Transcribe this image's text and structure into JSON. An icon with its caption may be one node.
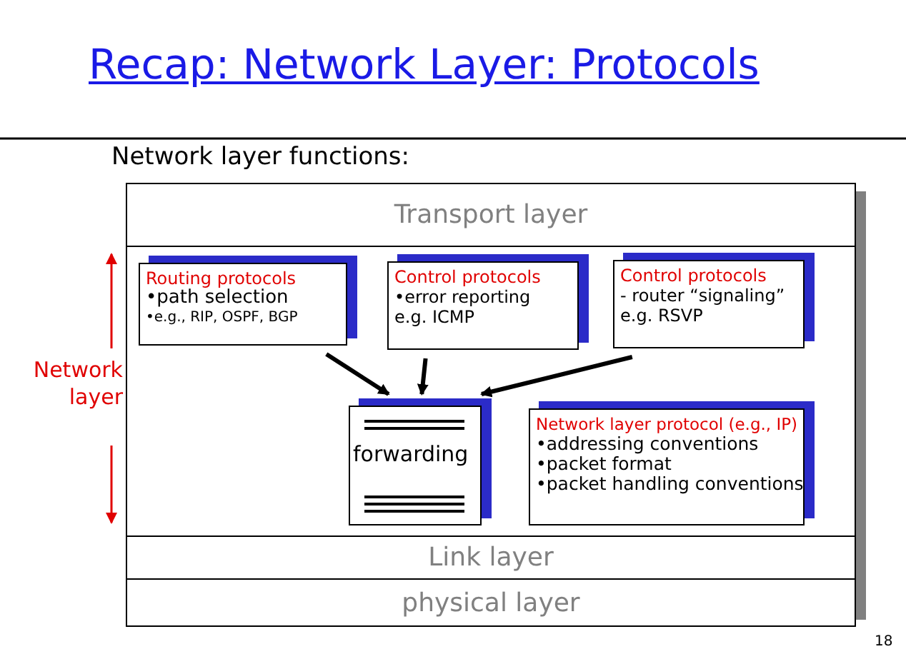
{
  "diagram": {
    "title": "Recap: Network Layer: Protocols",
    "nodes": [
      {
        "text": [
          "Transport layer"
        ]
      },
      {
        "text": [
          "Routing protocols",
          "•path selection",
          "•e.g., RIP, OSPF, BGP"
        ]
      },
      {
        "text": [
          "Control protocols",
          "•error reporting",
          "e.g. ICMP"
        ]
      },
      {
        "text": [
          "Control protocols",
          "- router “signaling”",
          "e.g. RSVP"
        ]
      },
      {
        "text": [
          "forwarding"
        ]
      },
      {
        "text": [
          "Network layer protocol (e.g., IP)",
          "•addressing conventions",
          "•packet format",
          "•packet handling conventions"
        ]
      },
      {
        "text": [
          "Link layer"
        ]
      },
      {
        "text": [
          "physical layer"
        ]
      }
    ],
    "edges": [
      {
        "from": 1,
        "to": 4,
        "arrow": "to"
      },
      {
        "from": 2,
        "to": 4,
        "arrow": "to"
      },
      {
        "from": 3,
        "to": 4,
        "arrow": "to"
      }
    ],
    "labels": [
      "Network layer functions:",
      "Network layer",
      "18"
    ]
  }
}
